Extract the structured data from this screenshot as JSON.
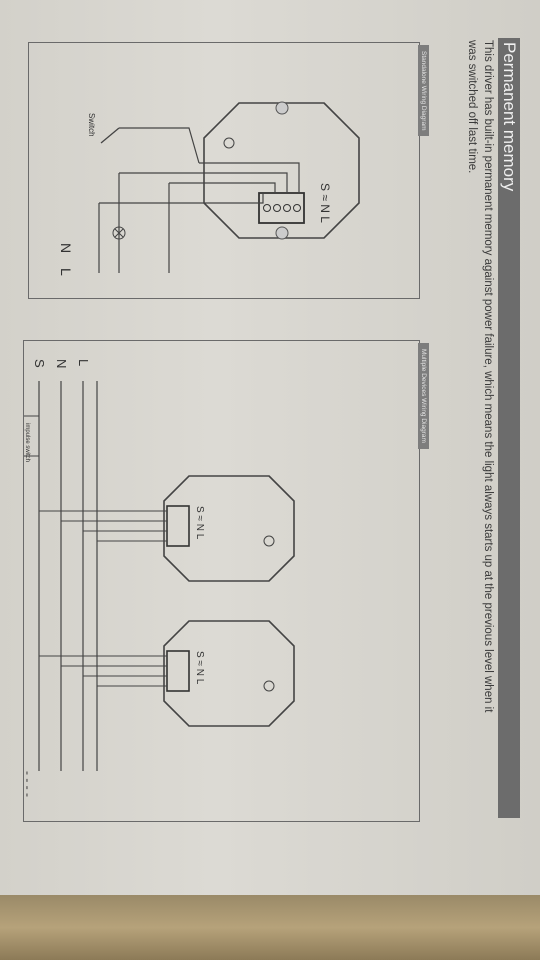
{
  "header": {
    "title": "Permanent memory"
  },
  "intro": {
    "line1": "This driver has built-in permanent memory against power failure, which means the light always starts up at the previous level when it",
    "line2": "was switched off last time."
  },
  "panel1": {
    "tag": "Standalone Wiring Diagram",
    "terminal_label": "S ≈ N L",
    "switch_label": "Switch",
    "supply_labels": [
      "N",
      "L"
    ]
  },
  "panel2": {
    "tag": "Multiple Devices Wiring Diagram",
    "line_labels": [
      "L",
      "N",
      "S"
    ],
    "impulse_switch_label": "impulse switch",
    "terminal_label_1": "S ≈ N L",
    "terminal_label_2": "S ≈ N L",
    "continuation": "- - - -"
  }
}
